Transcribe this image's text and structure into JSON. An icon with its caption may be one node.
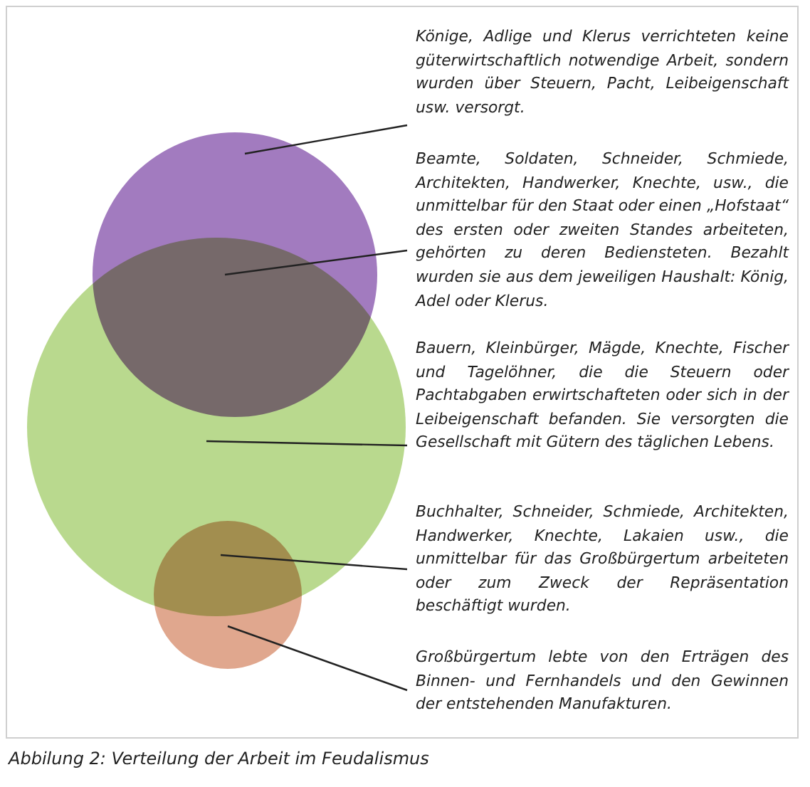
{
  "diagram": {
    "caption": "Abbilung 2: Verteilung der Arbeit im Feudalismus",
    "nodes": [
      {
        "text": [],
        "shape": "circle"
      },
      {
        "text": [],
        "shape": "circle"
      },
      {
        "text": [],
        "shape": "circle"
      },
      {
        "text": [
          "Könige, Adlige und Klerus verrichteten keine güterwirtschaftlich notwendige Arbeit, sondern wurden über Steuern, Pacht, Leibeigenschaft usw. versorgt."
        ]
      },
      {
        "text": [
          "Beamte, Soldaten, Schneider, Schmiede, Architekten, Handwerker, Knechte, usw., die unmittelbar für den Staat oder einen „Hofstaat“ des ersten oder zweiten Standes arbeiteten, gehörten zu deren Bediensteten. Bezahlt wurden sie aus dem jeweiligen Haushalt: König, Adel oder Klerus."
        ]
      },
      {
        "text": [
          "Bauern, Kleinbürger, Mägde, Knechte, Fischer und Tagelöhner, die die Steuern oder Pachtabgaben erwirtschafteten oder sich in der Leibeigenschaft befanden. Sie versorgten die Gesellschaft mit Gütern des täglichen Lebens."
        ]
      },
      {
        "text": [
          "Buchhalter, Schneider, Schmiede, Architekten, Handwerker, Knechte, Lakaien usw., die unmittelbar für das Großbürgertum arbeiteten oder zum Zweck der Repräsentation beschäftigt wurden."
        ]
      },
      {
        "text": [
          "Großbürgertum lebte von den Erträgen des Binnen- und Fernhandels und den Gewinnen der entstehenden Manufakturen."
        ]
      }
    ],
    "edges": [
      {
        "from": 3,
        "to": 0,
        "arrow": "none"
      },
      {
        "from": 4,
        "to": 0,
        "arrow": "none"
      },
      {
        "from": 5,
        "to": 1,
        "arrow": "none"
      },
      {
        "from": 6,
        "to": 2,
        "arrow": "none"
      },
      {
        "from": 7,
        "to": 2,
        "arrow": "none"
      }
    ]
  }
}
